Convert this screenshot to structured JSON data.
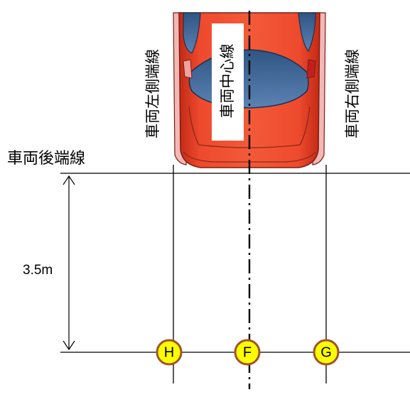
{
  "labels": {
    "left_side_line": "車両左側端線",
    "center_line": "車両中心線",
    "right_side_line": "車両右側端線",
    "rear_end_line": "車両後端線",
    "distance": "3.5m"
  },
  "markers": [
    {
      "id": "H",
      "label": "H"
    },
    {
      "id": "F",
      "label": "F"
    },
    {
      "id": "G",
      "label": "G"
    }
  ],
  "colors": {
    "car_body": "#e8412a",
    "car_window": "#4a6f9e",
    "marker_fill": "#ffff00",
    "marker_stroke": "#a0522d",
    "line": "#000000"
  }
}
